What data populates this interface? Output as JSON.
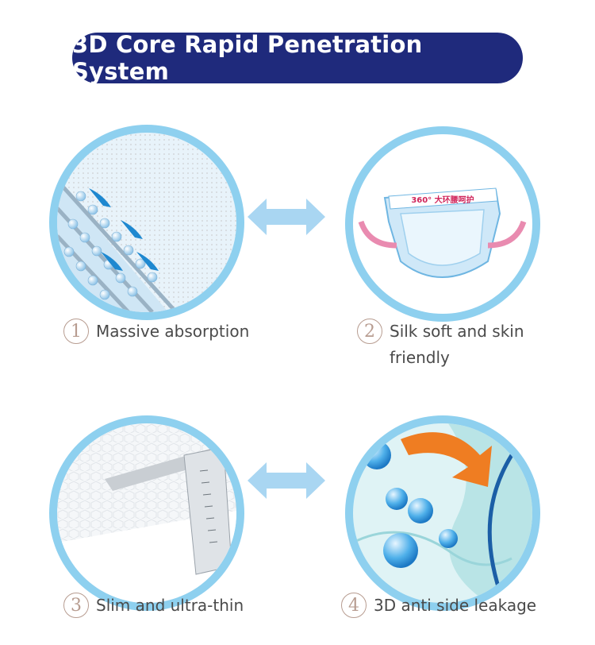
{
  "title": "3D Core Rapid Penetration System",
  "features": [
    {
      "number": "1",
      "label": "Massive absorption"
    },
    {
      "number": "2",
      "label": "Silk soft and skin friendly"
    },
    {
      "number": "3",
      "label": "Slim and ultra-thin"
    },
    {
      "number": "4",
      "label": "3D anti side leakage"
    }
  ],
  "diaper_badge": "360° 大环腰呵护",
  "colors": {
    "title_bg": "#1f2a7c",
    "circle_ring": "#8ed0ef",
    "arrow": "#a9d6f2",
    "number_ring": "#b79c90"
  }
}
